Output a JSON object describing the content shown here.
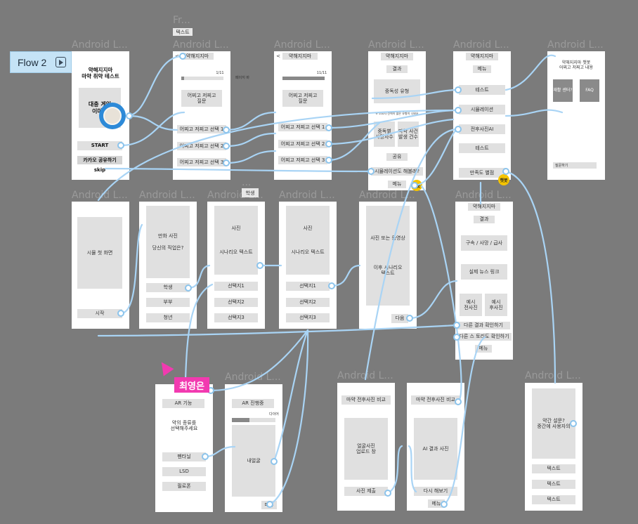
{
  "flow_label": "Flow 2",
  "frame_title": "Android L...",
  "frame_title_short": "Fr...",
  "frame_title_dots": "...",
  "top_tag": "텍스트",
  "student_tag": "학생",
  "presence_name": "최영은",
  "badge_label": "챗봇",
  "colors": {
    "canvas": "#7b7b7b",
    "wire": "#a9d4f5",
    "presence": "#f23ab0",
    "flow_chip": "#c5e3f6",
    "badge": "#f5c400"
  },
  "frames": {
    "home": {
      "title": "약해지지마\n마약 취약 테스트",
      "image": "대충 게임\n이미지",
      "start": "START",
      "share": "카카오 공유하기",
      "skip": "skip"
    },
    "q1": {
      "back": "<",
      "header": "약해지지마",
      "progress": "1/11",
      "side_note": "페이지 바",
      "question": "어찌고 저찌고\n질문",
      "options": [
        "어찌고 저찌고 선택 1",
        "어찌고 저찌고 선택 2",
        "어찌고 저찌고 선택 3"
      ]
    },
    "q11": {
      "back": "<",
      "header": "약해지지마",
      "progress": "11/11",
      "question": "어찌고 저찌고\n질문",
      "options": [
        "어찌고 저찌고 선택 1",
        "어찌고 저찌고 선택 2",
        "어찌고 저찌고 선택 3"
      ]
    },
    "result": {
      "header": "약해지지마",
      "sub": "결과",
      "card": "중독성 유형",
      "note": "※ 소요자 선택이 많은 유형이 나와요",
      "stat_left": "중독별\n사망자수",
      "stat_right": "마약 사건\n발생 건수",
      "share": "공유",
      "simulation": "시뮬레이션도 해볼래?",
      "menu": "메뉴"
    },
    "menu": {
      "header": "약해지지마",
      "sub": "메뉴",
      "items": [
        "테스트",
        "시뮬레이션",
        "전후사진AI",
        "테스트",
        "만족도 별점"
      ]
    },
    "chatbot": {
      "title": "약해지지마 챗봇\n어찌고 저찌고 내용",
      "btn_left": "재활 센터?",
      "btn_right": "FAQ",
      "input": "질문하기"
    },
    "sim_start": {
      "image": "시뮬 첫 화면",
      "button": "시작"
    },
    "sim_job": {
      "image": "만화 사진\n\n당신의 직업은?",
      "options": [
        "학생",
        "부부",
        "청년"
      ]
    },
    "sim_scene1": {
      "image": "사진\n\n\n\n시나리오 텍스트",
      "options": [
        "선택지1",
        "선택지2",
        "선택지3"
      ]
    },
    "sim_scene2": {
      "image": "사진\n\n\n\n시나리오 텍스트",
      "options": [
        "선택지1",
        "선택지2",
        "선택지3"
      ]
    },
    "sim_end": {
      "image": "사진 또는 동영상\n\n\n\n\n이후 시나리오\n텍스트",
      "next": "다음"
    },
    "sim_result": {
      "header": "약해지지마",
      "sub": "결과",
      "line1": "구속 / 사망 / 급사",
      "line2": "실제 뉴스 링크",
      "ex_left": "예시\n전사진",
      "ex_right": "예시\n후사진",
      "other1": "다른 결과 확인하기",
      "other2": "다른 스 토리도 확인하기",
      "menu": "메뉴"
    },
    "ar_pick": {
      "header": "AR 기능",
      "question": "약의 종류를\n선택해주세요",
      "options": [
        "펜타닐",
        "LSD",
        "필로폰"
      ]
    },
    "ar_run": {
      "header": "AR 진행중",
      "progress": "다이어",
      "camera": "내얼굴",
      "menu": "메뉴"
    },
    "ba_upload": {
      "header": "마약 전후사진 비교",
      "image": "얼굴사진\n업로드 창",
      "submit": "사진 제출"
    },
    "ba_result": {
      "header": "마약 전후사진 비교",
      "image": "AI 결과 사진",
      "retry": "다시 해보기",
      "menu": "메뉴"
    },
    "rating": {
      "question": "약간 설문?\n중간에 사용자의",
      "items": [
        "텍스트",
        "텍스트",
        "텍스트"
      ]
    }
  }
}
